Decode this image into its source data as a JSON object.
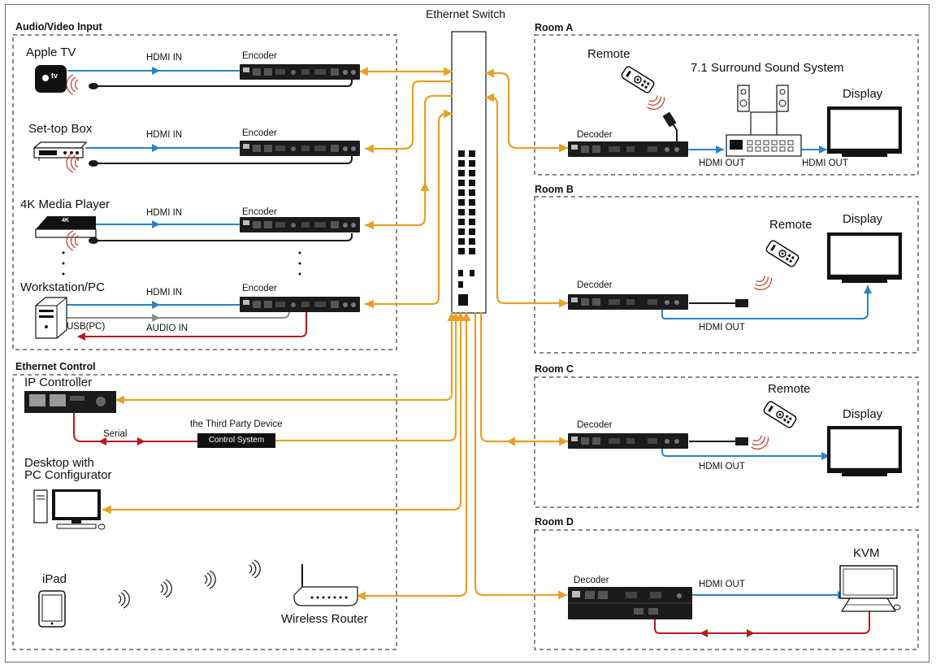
{
  "title": "Ethernet Switch",
  "sections": {
    "av_input": "Audio/Video Input",
    "ethernet_control": "Ethernet Control",
    "room_a": "Room A",
    "room_b": "Room B",
    "room_c": "Room C",
    "room_d": "Room D"
  },
  "sources": {
    "apple_tv": "Apple TV",
    "apple_tv_logo": "tv",
    "settop": "Set-top Box",
    "media_player": "4K Media Player",
    "media_player_logo": "4K",
    "workstation": "Workstation/PC"
  },
  "labels": {
    "hdmi_in": "HDMI IN",
    "hdmi_out": "HDMI OUT",
    "usb_pc": "USB(PC)",
    "audio_in": "AUDIO IN",
    "serial": "Serial",
    "encoder": "Encoder",
    "decoder": "Decoder",
    "remote": "Remote",
    "display": "Display",
    "surround": "7.1 Surround Sound System",
    "kvm": "KVM"
  },
  "control": {
    "ip_controller": "IP Controller",
    "third_party": "the Third Party Device",
    "control_system": "Control System",
    "desktop_line1": "Desktop with",
    "desktop_line2": "PC Configurator",
    "ipad": "iPad",
    "router": "Wireless Router"
  },
  "colors": {
    "ethernet": "#E6A126",
    "hdmi": "#2B82C4",
    "ir": "#1a1a1a",
    "usb": "#8C8C8C",
    "audio_serial": "#B71C1C",
    "ir_signal": "#C0392B"
  }
}
